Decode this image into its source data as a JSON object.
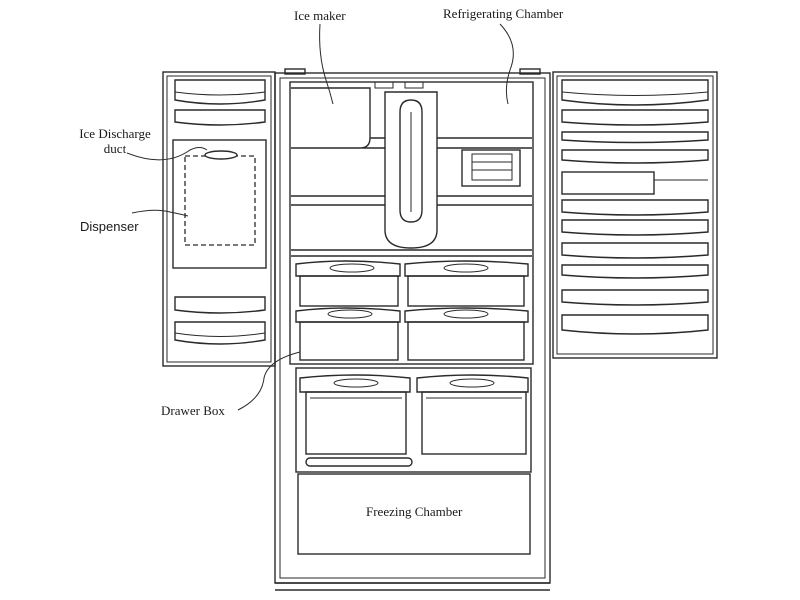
{
  "labels": {
    "ice_maker": "Ice maker",
    "refrigerating_chamber": "Refrigerating Chamber",
    "ice_discharge_duct_line1": "Ice Discharge",
    "ice_discharge_duct_line2": "duct",
    "dispenser": "Dispenser",
    "drawer_box": "Drawer Box",
    "freezing_chamber": "Freezing Chamber"
  },
  "colors": {
    "line": "#2a2a2a",
    "background": "#ffffff"
  }
}
